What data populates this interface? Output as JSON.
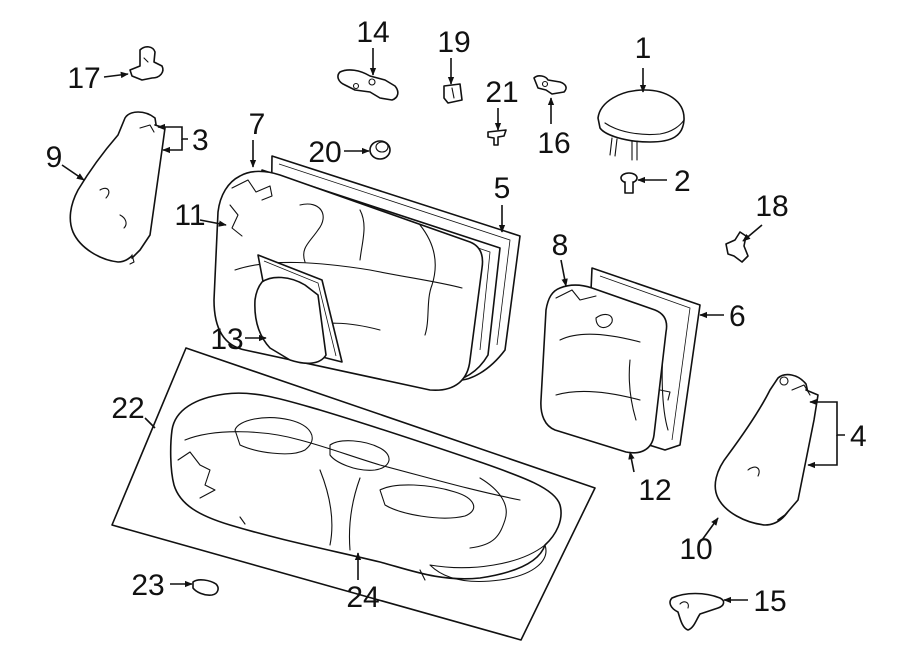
{
  "diagram": {
    "callouts": {
      "c1": "1",
      "c2": "2",
      "c3": "3",
      "c4": "4",
      "c5": "5",
      "c6": "6",
      "c7": "7",
      "c8": "8",
      "c9": "9",
      "c10": "10",
      "c11": "11",
      "c12": "12",
      "c13": "13",
      "c14": "14",
      "c15": "15",
      "c16": "16",
      "c17": "17",
      "c18": "18",
      "c19": "19",
      "c20": "20",
      "c21": "21",
      "c22": "22",
      "c23": "23",
      "c24": "24"
    }
  }
}
